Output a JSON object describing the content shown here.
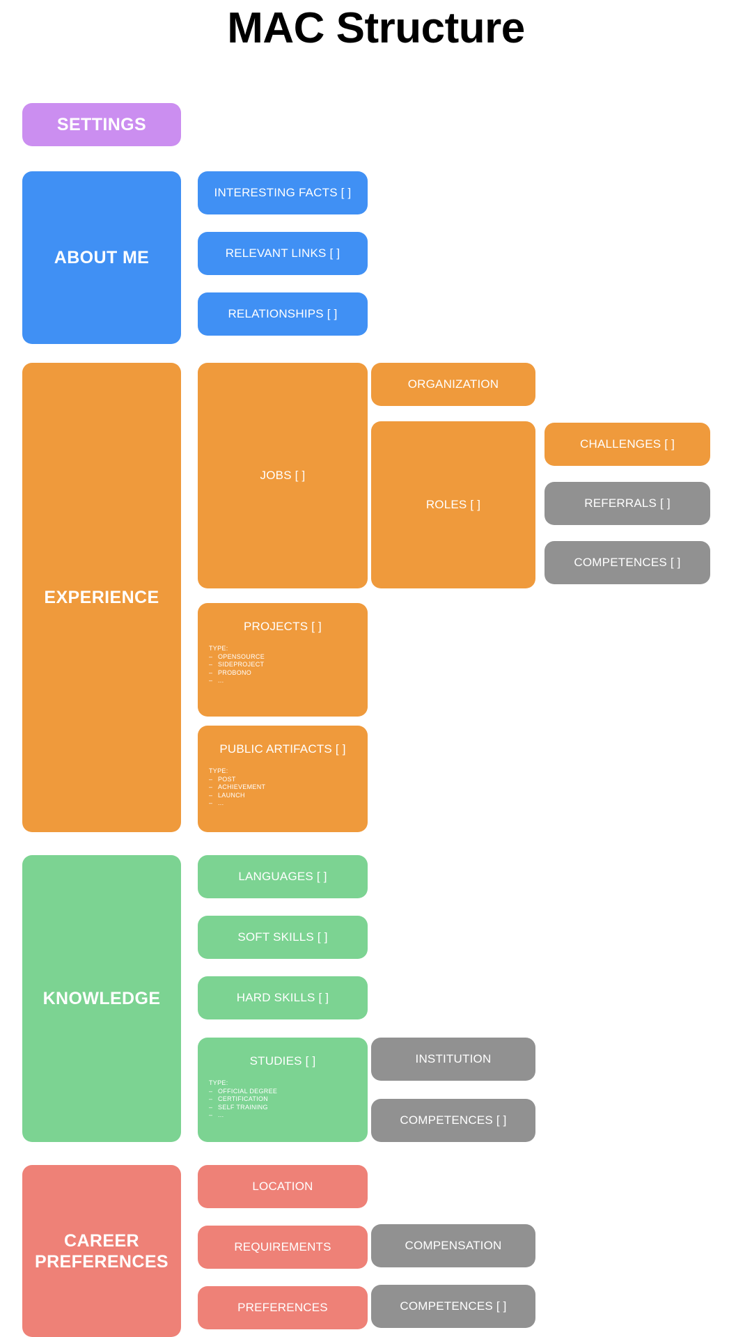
{
  "title": "MAC Structure",
  "colors": {
    "settings": "#cb8ef0",
    "about": "#4090f4",
    "experience": "#ef9a3c",
    "knowledge": "#7cd392",
    "career": "#ee8177",
    "grey": "#919191",
    "text": "#ffffff",
    "title": "#000000",
    "background": "#ffffff"
  },
  "sections": {
    "settings": {
      "label": "SETTINGS"
    },
    "about_me": {
      "label": "ABOUT ME",
      "children": [
        {
          "label": "INTERESTING FACTS [ ]"
        },
        {
          "label": "RELEVANT LINKS [ ]"
        },
        {
          "label": "RELATIONSHIPS [ ]"
        }
      ]
    },
    "experience": {
      "label": "EXPERIENCE",
      "jobs": {
        "label": "JOBS [ ]"
      },
      "organization": {
        "label": "ORGANIZATION"
      },
      "roles": {
        "label": "ROLES [ ]"
      },
      "challenges": {
        "label": "CHALLENGES [ ]"
      },
      "referrals": {
        "label": "REFERRALS [ ]"
      },
      "competences": {
        "label": "COMPETENCES [ ]"
      },
      "projects": {
        "label": "PROJECTS [ ]",
        "type_head": "TYPE:",
        "types": [
          "OPENSOURCE",
          "SIDEPROJECT",
          "PROBONO",
          "..."
        ]
      },
      "public_artifacts": {
        "label": "PUBLIC ARTIFACTS [ ]",
        "type_head": "TYPE:",
        "types": [
          "POST",
          "ACHIEVEMENT",
          "LAUNCH",
          "..."
        ]
      }
    },
    "knowledge": {
      "label": "KNOWLEDGE",
      "languages": {
        "label": "LANGUAGES [ ]"
      },
      "soft_skills": {
        "label": "SOFT SKILLS [ ]"
      },
      "hard_skills": {
        "label": "HARD SKILLS [ ]"
      },
      "studies": {
        "label": "STUDIES [ ]",
        "type_head": "TYPE:",
        "types": [
          "OFFICIAL DEGREE",
          "CERTIFICATION",
          "SELF TRAINING",
          "..."
        ]
      },
      "institution": {
        "label": "INSTITUTION"
      },
      "competences": {
        "label": "COMPETENCES [ ]"
      }
    },
    "career_preferences": {
      "label": "CAREER PREFERENCES",
      "location": {
        "label": "LOCATION"
      },
      "requirements": {
        "label": "REQUIREMENTS"
      },
      "preferences": {
        "label": "PREFERENCES"
      },
      "compensation": {
        "label": "COMPENSATION"
      },
      "competences": {
        "label": "COMPETENCES [ ]"
      }
    }
  }
}
